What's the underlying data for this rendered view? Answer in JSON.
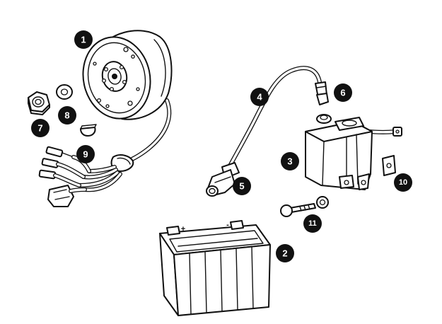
{
  "callouts": [
    {
      "id": "1",
      "label": "1"
    },
    {
      "id": "2",
      "label": "2"
    },
    {
      "id": "3",
      "label": "3"
    },
    {
      "id": "4",
      "label": "4"
    },
    {
      "id": "5",
      "label": "5"
    },
    {
      "id": "6",
      "label": "6"
    },
    {
      "id": "7",
      "label": "7"
    },
    {
      "id": "8",
      "label": "8"
    },
    {
      "id": "9",
      "label": "9"
    },
    {
      "id": "10",
      "label": "10"
    },
    {
      "id": "11",
      "label": "11"
    }
  ],
  "battery_marks": {
    "plus": "+",
    "minus": "-"
  },
  "colors": {
    "ink": "#111111",
    "paper": "#ffffff"
  }
}
